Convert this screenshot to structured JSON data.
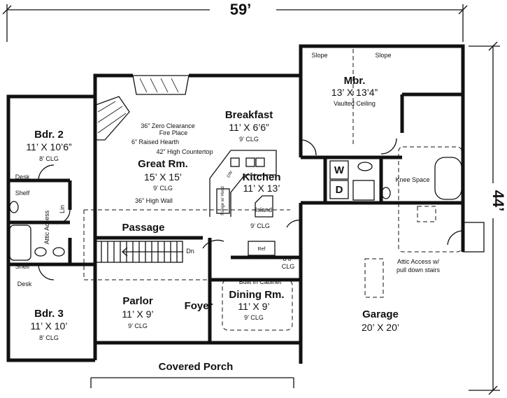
{
  "dimensions": {
    "width": "59’",
    "depth": "44’"
  },
  "rooms": {
    "master": {
      "name": "Mbr.",
      "size": "13’ X 13’4”",
      "ceiling": "Vaulted Ceiling"
    },
    "bdr2": {
      "name": "Bdr. 2",
      "size": "11’ X 10’6”",
      "ceiling": "8’ CLG"
    },
    "bdr3": {
      "name": "Bdr. 3",
      "size": "11’ X 10’",
      "ceiling": "8’ CLG"
    },
    "breakfast": {
      "name": "Breakfast",
      "size": "11’ X 6’6”",
      "ceiling": "9’ CLG"
    },
    "great": {
      "name": "Great Rm.",
      "size": "15’ X 15’",
      "ceiling": "9’ CLG"
    },
    "kitchen": {
      "name": "Kitchen",
      "size": "11’ X 13’",
      "ceiling": "9’ CLG"
    },
    "passage": {
      "name": "Passage"
    },
    "parlor": {
      "name": "Parlor",
      "size": "11’ X 9’",
      "ceiling": "9’ CLG"
    },
    "foyer": {
      "name": "Foyer"
    },
    "dining": {
      "name": "Dining Rm.",
      "size": "11’ X 9’",
      "ceiling": "9’ CLG"
    },
    "garage": {
      "name": "Garage",
      "size": "20’ X 20’"
    },
    "porch": {
      "name": "Covered Porch"
    }
  },
  "labels": {
    "slope_left": "Slope",
    "slope_right": "Slope",
    "fireplace": "36” Zero Clearance",
    "fireplace2": "Fire Place",
    "hearth": "6” Raised Hearth",
    "countertop": "42” High Countertop",
    "high_wall": "36” High Wall",
    "island": "Island",
    "range_hood": "Range w/ Hood",
    "dw": "DW",
    "ref": "Ref",
    "down": "Dn",
    "ceiling_86_a": "8’6”",
    "ceiling_86_b": "CLG",
    "built_in": "Built in Cabinet",
    "desk_top": "Desk",
    "shelf_top": "Shelf",
    "lin": "Lin",
    "attic_access": "Attic Access",
    "shelf_bottom": "Shelf",
    "desk_bottom": "Desk",
    "washer": "W",
    "dryer": "D",
    "knee_space": "Knee Space",
    "attic_garage_1": "Attic Access w/",
    "attic_garage_2": "pull down stairs"
  }
}
